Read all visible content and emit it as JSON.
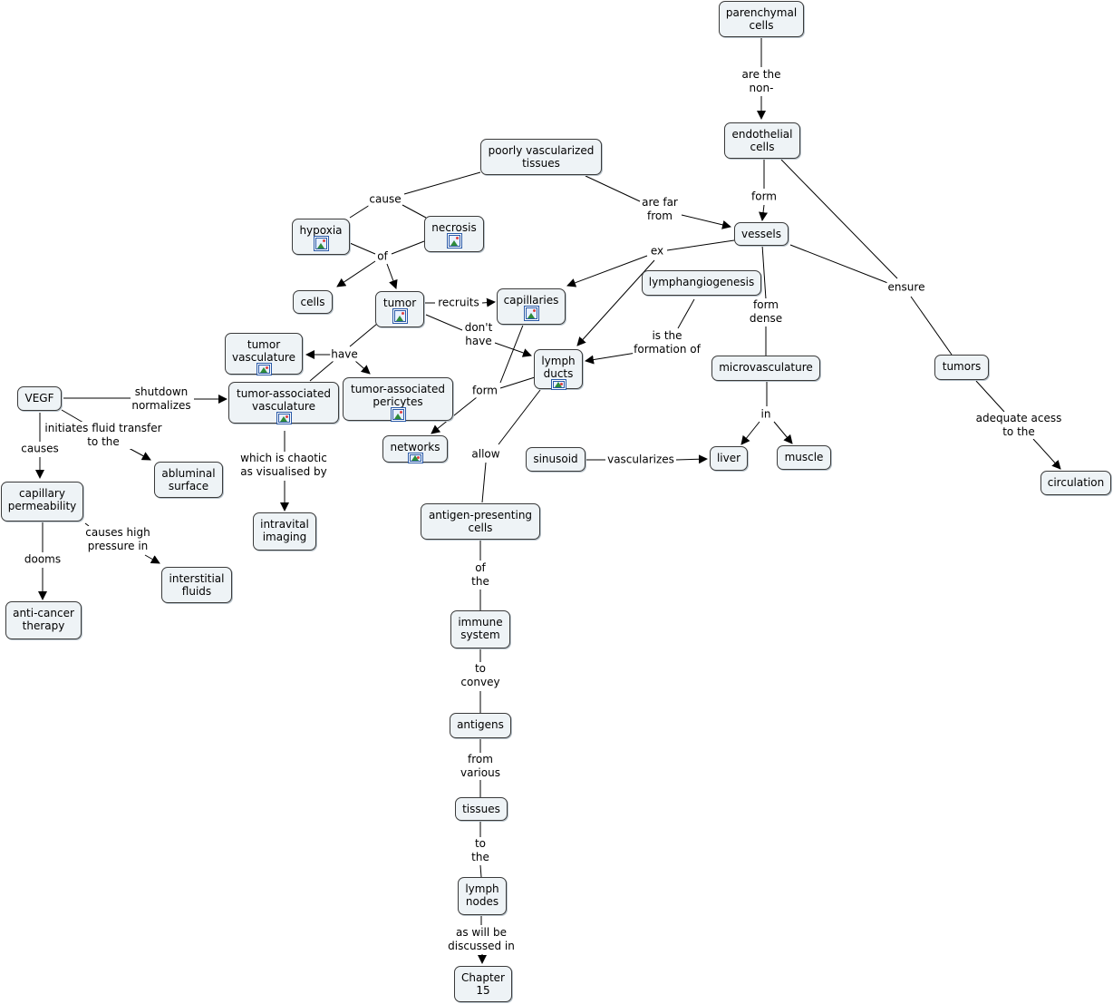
{
  "nodes": {
    "parenchymal": {
      "text": "parenchymal\ncells"
    },
    "endothelial": {
      "text": "endothelial\ncells"
    },
    "vessels": {
      "text": "vessels"
    },
    "poorly": {
      "text": "poorly vascularized\ntissues"
    },
    "hypoxia": {
      "text": "hypoxia"
    },
    "necrosis": {
      "text": "necrosis"
    },
    "cells": {
      "text": "cells"
    },
    "tumor": {
      "text": "tumor"
    },
    "capillaries": {
      "text": "capillaries"
    },
    "lymphangio": {
      "text": "lymphangiogenesis"
    },
    "lymphducts": {
      "text": "lymph\nducts"
    },
    "microvasc": {
      "text": "microvasculature"
    },
    "tumors": {
      "text": "tumors"
    },
    "circulation": {
      "text": "circulation"
    },
    "tumorvasc": {
      "text": "tumor\nvasculature"
    },
    "tumassocvasc": {
      "text": "tumor-associated\nvasculature"
    },
    "pericytes": {
      "text": "tumor-associated\npericytes"
    },
    "networks": {
      "text": "networks"
    },
    "vegf": {
      "text": "VEGF"
    },
    "abluminal": {
      "text": "abluminal\nsurface"
    },
    "capperm": {
      "text": "capillary\npermeability"
    },
    "intravital": {
      "text": "intravital\nimaging"
    },
    "interstitial": {
      "text": "interstitial\nfluids"
    },
    "anticancer": {
      "text": "anti-cancer\ntherapy"
    },
    "sinusoid": {
      "text": "sinusoid"
    },
    "liver": {
      "text": "liver"
    },
    "muscle": {
      "text": "muscle"
    },
    "apc": {
      "text": "antigen-presenting\ncells"
    },
    "immune": {
      "text": "immune\nsystem"
    },
    "antigens": {
      "text": "antigens"
    },
    "tissues": {
      "text": "tissues"
    },
    "lymphnodes": {
      "text": "lymph\nnodes"
    },
    "chapter": {
      "text": "Chapter\n15"
    }
  },
  "links": {
    "are_the_non": "are the\nnon-",
    "form1": "form",
    "ensure": "ensure",
    "adequate": "adequate acess\nto the",
    "are_far": "are far\nfrom",
    "cause": "cause",
    "of1": "of",
    "ex": "ex",
    "form_dense": "form\ndense",
    "in": "in",
    "recruits": "recruits",
    "dont_have": "don't\nhave",
    "is_the_formation": "is the\nformation of",
    "have": "have",
    "form2": "form",
    "allow": "allow",
    "shutdown": "shutdown\nnormalizes",
    "initiates": "initiates fluid transfer\nto the",
    "causes": "causes",
    "chaotic": "which is chaotic\nas visualised by",
    "causes_high": "causes high\npressure in",
    "dooms": "dooms",
    "vascularizes": "vascularizes",
    "of_the": "of\nthe",
    "to_convey": "to\nconvey",
    "from_various": "from\nvarious",
    "to_the": "to\nthe",
    "as_will": "as will be\ndiscussed in"
  }
}
